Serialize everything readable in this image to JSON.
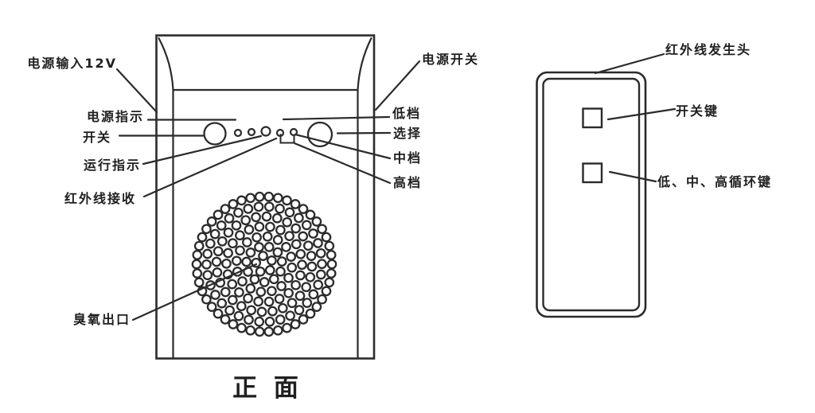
{
  "page": {
    "background": "#ffffff",
    "line_color": "#2b2b2b",
    "text_color": "#1f1f1f"
  },
  "front_view": {
    "caption": "正 面",
    "labels": {
      "power_input": "电源输入12V",
      "power_indicator": "电源指示",
      "power_button": "开关",
      "run_indicator": "运行指示",
      "ir_receiver": "红外线接收",
      "ozone_outlet": "臭氧出口",
      "power_switch": "电源开关",
      "low_level": "低档",
      "select": "选择",
      "mid_level": "中档",
      "high_level": "高档"
    }
  },
  "remote_view": {
    "labels": {
      "ir_emitter": "红外线发生头",
      "power_key": "开关键",
      "cycle_key": "低、中、高循环键"
    }
  }
}
